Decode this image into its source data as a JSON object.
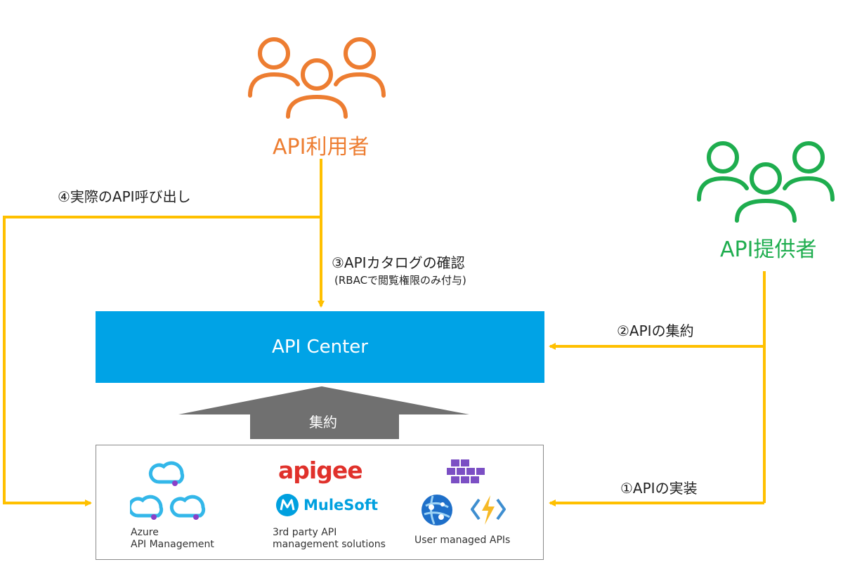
{
  "roles": {
    "consumer": {
      "label": "API利用者",
      "icon": "people-group-icon",
      "color": "#ED7D31"
    },
    "provider": {
      "label": "API提供者",
      "icon": "people-group-icon",
      "color": "#1EAD4E"
    }
  },
  "steps": {
    "implement": "①APIの実装",
    "aggregate": "②APIの集約",
    "catalog": "③APIカタログの確認",
    "catalog_note": "(RBACで閲覧権限のみ付与)",
    "call": "④実際のAPI呼び出し"
  },
  "api_center": {
    "label": "API Center",
    "color": "#00A3E6"
  },
  "aggregate_arrow": {
    "label": "集約"
  },
  "sources": {
    "azure": {
      "line1": "Azure",
      "line2": "API Management",
      "icon": "api-management-cloud-icon"
    },
    "third_party": {
      "apigee": "apigee",
      "mulesoft": "MuleSoft",
      "line1": "3rd party API",
      "line2": "management solutions"
    },
    "user_managed": {
      "label": "User managed APIs",
      "icons": [
        "kubernetes-cubes-icon",
        "app-service-globe-icon",
        "functions-bolt-icon"
      ]
    }
  },
  "connector_color": "#FFC000"
}
